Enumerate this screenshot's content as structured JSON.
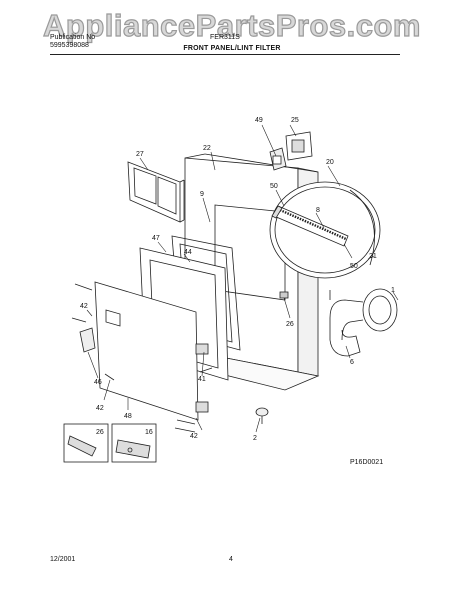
{
  "watermark": "AppliancePartsPros.com",
  "header": {
    "left_top": "Publication No",
    "left_bottom": "5995398088",
    "center_top": "FER311S",
    "title": "FRONT PANEL/LINT FILTER"
  },
  "callouts": {
    "c49": "49",
    "c25": "25",
    "c27": "27",
    "c22": "22",
    "c20": "20",
    "c9": "9",
    "c50a": "50",
    "c8": "8",
    "c47": "47",
    "c44": "44",
    "c50b": "50",
    "c21": "21",
    "c42a": "42",
    "c1": "1",
    "c26b": "26",
    "c6": "6",
    "c46": "46",
    "c41": "41",
    "c42b": "42",
    "c48": "48",
    "c42c": "42",
    "c2": "2",
    "c26": "26",
    "c16": "16"
  },
  "figure_code": "P16D0021",
  "footer": {
    "date": "12/2001",
    "page": "4"
  }
}
